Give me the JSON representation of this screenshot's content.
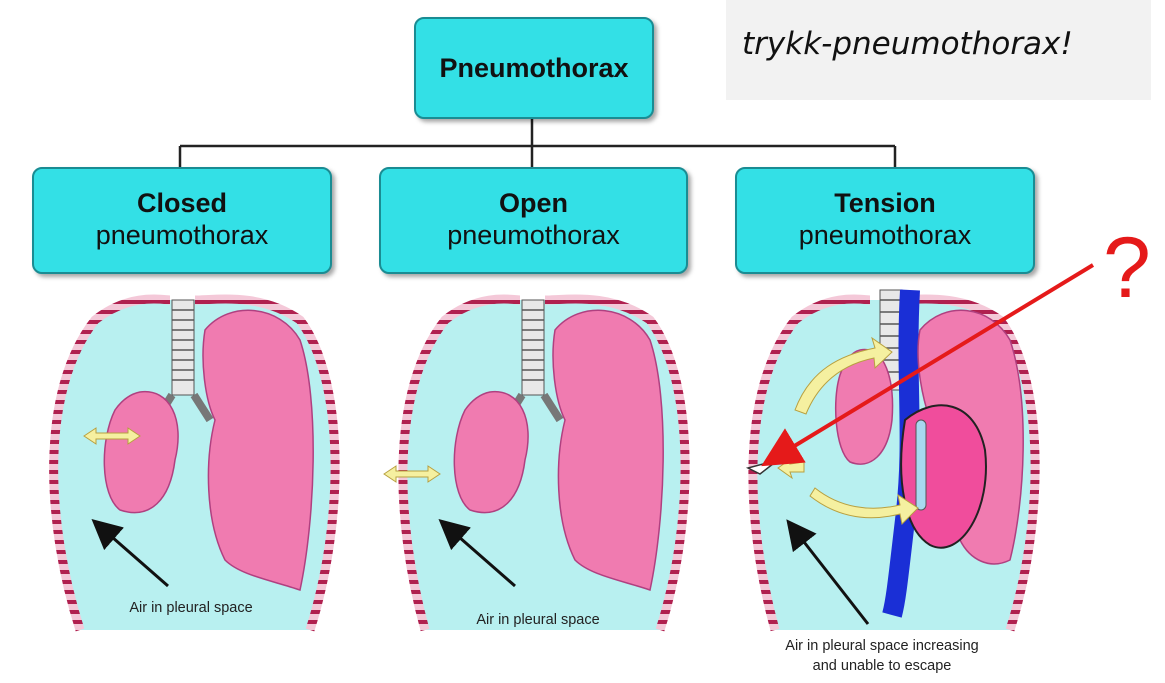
{
  "note": {
    "text": "trykk-pneumothorax!"
  },
  "root": {
    "title": "Pneumothorax"
  },
  "types": [
    {
      "title": "Closed",
      "subtitle": "pneumothorax",
      "caption": "Air in pleural space"
    },
    {
      "title": "Open",
      "subtitle": "pneumothorax",
      "caption": "Air in pleural space"
    },
    {
      "title": "Tension",
      "subtitle": "pneumothorax",
      "caption_line1": "Air in pleural space increasing",
      "caption_line2": "and unable to escape"
    }
  ],
  "annotation": {
    "symbol": "?",
    "color": "#e51a1a"
  },
  "colors": {
    "box_fill": "#33e0e6",
    "lung": "#f07bb0",
    "pleural_air": "#b8f0f0",
    "vein": "#1a2fd6",
    "arrow_fill": "#f5f0a0"
  }
}
